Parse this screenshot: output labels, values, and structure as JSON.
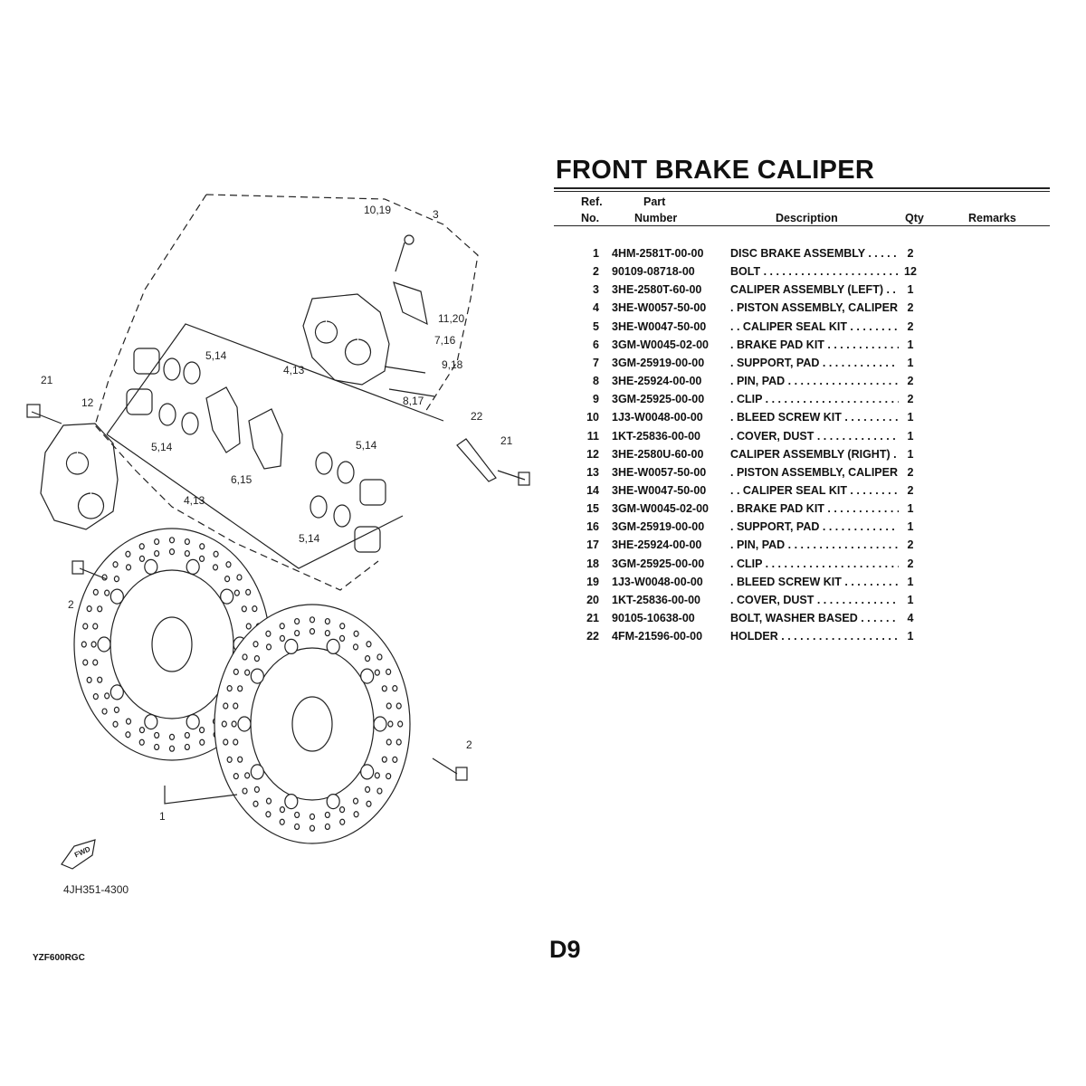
{
  "title": "FRONT BRAKE CALIPER",
  "table": {
    "headers": {
      "ref_line1": "Ref.",
      "ref_line2": "No.",
      "part_line1": "Part",
      "part_line2": "Number",
      "description": "Description",
      "qty": "Qty",
      "remarks": "Remarks"
    },
    "rows": [
      {
        "ref": "1",
        "part": "4HM-2581T-00-00",
        "desc": "DISC BRAKE ASSEMBLY  . . . . . . . . . . . . . . . . . . .",
        "qty": "2"
      },
      {
        "ref": "2",
        "part": "90109-08718-00",
        "desc": "BOLT  . . . . . . . . . . . . . . . . . . . . . . . . . . . . . . . . .",
        "qty": "12"
      },
      {
        "ref": "3",
        "part": "3HE-2580T-60-00",
        "desc": "CALIPER ASSEMBLY (LEFT)  . . . . . . . . . . . . . .",
        "qty": "1"
      },
      {
        "ref": "4",
        "part": "3HE-W0057-50-00",
        "desc": ". PISTON ASSEMBLY, CALIPER",
        "qty": "2"
      },
      {
        "ref": "5",
        "part": "3HE-W0047-50-00",
        "desc": ". . CALIPER SEAL KIT  . . . . . . . . . . . . . . . . . .",
        "qty": "2"
      },
      {
        "ref": "6",
        "part": "3GM-W0045-02-00",
        "desc": ". BRAKE PAD KIT  . . . . . . . . . . . . . . . . . . . . .",
        "qty": "1"
      },
      {
        "ref": "7",
        "part": "3GM-25919-00-00",
        "desc": ". SUPPORT, PAD  . . . . . . . . . . . . . . . . . . . . .",
        "qty": "1"
      },
      {
        "ref": "8",
        "part": "3HE-25924-00-00",
        "desc": ". PIN, PAD  . . . . . . . . . . . . . . . . . . . . . . . . . .",
        "qty": "2"
      },
      {
        "ref": "9",
        "part": "3GM-25925-00-00",
        "desc": ". CLIP  . . . . . . . . . . . . . . . . . . . . . . . . . . . . .",
        "qty": "2"
      },
      {
        "ref": "10",
        "part": "1J3-W0048-00-00",
        "desc": ". BLEED SCREW KIT  . . . . . . . . . . . . . . . . . .",
        "qty": "1"
      },
      {
        "ref": "11",
        "part": "1KT-25836-00-00",
        "desc": ". COVER, DUST  . . . . . . . . . . . . . . . . . . . . . .",
        "qty": "1"
      },
      {
        "ref": "12",
        "part": "3HE-2580U-60-00",
        "desc": "CALIPER ASSEMBLY (RIGHT)  . . . . . . . . . . . .",
        "qty": "1"
      },
      {
        "ref": "13",
        "part": "3HE-W0057-50-00",
        "desc": ". PISTON ASSEMBLY, CALIPER",
        "qty": "2"
      },
      {
        "ref": "14",
        "part": "3HE-W0047-50-00",
        "desc": ". . CALIPER SEAL KIT  . . . . . . . . . . . . . . . . . .",
        "qty": "2"
      },
      {
        "ref": "15",
        "part": "3GM-W0045-02-00",
        "desc": ". BRAKE PAD KIT  . . . . . . . . . . . . . . . . . . . . .",
        "qty": "1"
      },
      {
        "ref": "16",
        "part": "3GM-25919-00-00",
        "desc": ". SUPPORT, PAD  . . . . . . . . . . . . . . . . . . . . .",
        "qty": "1"
      },
      {
        "ref": "17",
        "part": "3HE-25924-00-00",
        "desc": ". PIN, PAD  . . . . . . . . . . . . . . . . . . . . . . . . . .",
        "qty": "2"
      },
      {
        "ref": "18",
        "part": "3GM-25925-00-00",
        "desc": ". CLIP  . . . . . . . . . . . . . . . . . . . . . . . . . . . . .",
        "qty": "2"
      },
      {
        "ref": "19",
        "part": "1J3-W0048-00-00",
        "desc": ". BLEED SCREW KIT  . . . . . . . . . . . . . . . . . .",
        "qty": "1"
      },
      {
        "ref": "20",
        "part": "1KT-25836-00-00",
        "desc": ". COVER, DUST  . . . . . . . . . . . . . . . . . . . . . .",
        "qty": "1"
      },
      {
        "ref": "21",
        "part": "90105-10638-00",
        "desc": "BOLT, WASHER BASED  . . . . . . . . . . . . . . . . .",
        "qty": "4"
      },
      {
        "ref": "22",
        "part": "4FM-21596-00-00",
        "desc": "HOLDER  . . . . . . . . . . . . . . . . . . . . . . . . . . . . .",
        "qty": "1"
      }
    ]
  },
  "diagram": {
    "callouts": [
      "10,19",
      "3",
      "11,20",
      "7,16",
      "9,18",
      "8,17",
      "5,14",
      "4,13",
      "21",
      "12",
      "22",
      "21",
      "5,14",
      "5,14",
      "6,15",
      "4,13",
      "5,14",
      "2",
      "2",
      "1"
    ],
    "drawing_code": "4JH351-4300",
    "fwd_label": "FWD"
  },
  "footer": {
    "model": "YZF600RGC",
    "page": "D9"
  }
}
